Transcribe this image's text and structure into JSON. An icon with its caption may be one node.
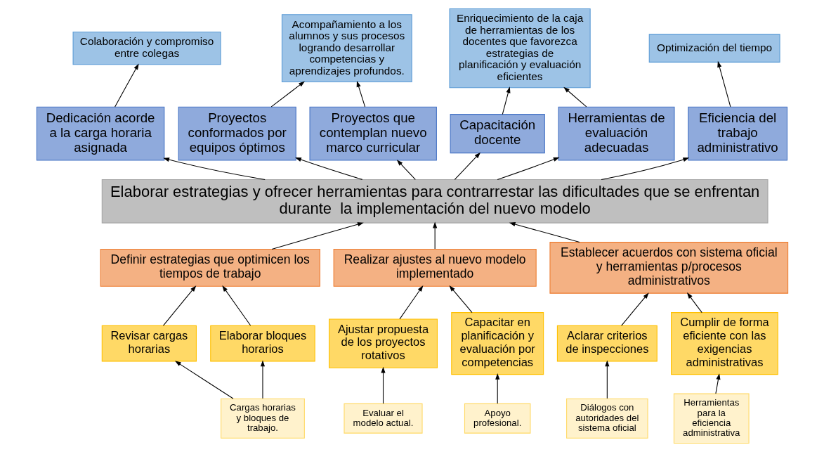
{
  "diagram": {
    "nodes": [
      {
        "text": [
          "Colaboración y compromiso entre colegas"
        ]
      },
      {
        "text": [
          "Acompañamiento a los alumnos y sus procesos logrando desarrollar competencias y aprendizajes profundos."
        ]
      },
      {
        "text": [
          "Enriquecimiento de la caja de herramientas de los docentes que favorezca estrategias de planificación y evaluación eficientes"
        ]
      },
      {
        "text": [
          "Optimización del tiempo"
        ]
      },
      {
        "text": [
          "Dedicación acorde a la carga horaria asignada"
        ]
      },
      {
        "text": [
          "Proyectos conformados por equipos óptimos"
        ]
      },
      {
        "text": [
          "Proyectos que contemplan nuevo marco curricular"
        ]
      },
      {
        "text": [
          "Capacitación docente"
        ]
      },
      {
        "text": [
          "Herramientas de evaluación adecuadas"
        ]
      },
      {
        "text": [
          "Eficiencia del trabajo administrativo"
        ]
      },
      {
        "text": [
          "Elaborar estrategias y ofrecer herramientas para contrarrestar las dificultades que se enfrentan durante  la implementación del nuevo modelo"
        ]
      },
      {
        "text": [
          "Definir estrategias que optimicen los tiempos de trabajo"
        ]
      },
      {
        "text": [
          "Realizar ajustes al nuevo modelo implementado"
        ]
      },
      {
        "text": [
          "Establecer acuerdos con sistema oficial y herramientas p/procesos administrativos"
        ]
      },
      {
        "text": [
          "Revisar cargas horarias"
        ]
      },
      {
        "text": [
          "Elaborar bloques horarios"
        ]
      },
      {
        "text": [
          "Ajustar propuesta de los proyectos rotativos"
        ]
      },
      {
        "text": [
          "Capacitar en planificación y evaluación por competencias"
        ]
      },
      {
        "text": [
          "Aclarar criterios de inspecciones"
        ]
      },
      {
        "text": [
          "Cumplir de forma eficiente con las exigencias administrativas"
        ]
      },
      {
        "text": [
          "Cargas horarias y bloques de trabajo."
        ]
      },
      {
        "text": [
          "Evaluar el modelo actual."
        ]
      },
      {
        "text": [
          "Apoyo profesional."
        ]
      },
      {
        "text": [
          "Diálogos con autoridades del sistema oficial"
        ]
      },
      {
        "text": [
          "Herramientas para la eficiencia administrativa"
        ]
      }
    ],
    "edges": [
      {
        "from": 4,
        "to": 0,
        "arrow": "to"
      },
      {
        "from": 5,
        "to": 1,
        "arrow": "to"
      },
      {
        "from": 6,
        "to": 1,
        "arrow": "to"
      },
      {
        "from": 7,
        "to": 2,
        "arrow": "to"
      },
      {
        "from": 8,
        "to": 2,
        "arrow": "to"
      },
      {
        "from": 9,
        "to": 3,
        "arrow": "to"
      },
      {
        "from": 10,
        "to": 4,
        "arrow": "to"
      },
      {
        "from": 10,
        "to": 5,
        "arrow": "to"
      },
      {
        "from": 10,
        "to": 6,
        "arrow": "to"
      },
      {
        "from": 10,
        "to": 7,
        "arrow": "to"
      },
      {
        "from": 10,
        "to": 8,
        "arrow": "to"
      },
      {
        "from": 10,
        "to": 9,
        "arrow": "to"
      },
      {
        "from": 11,
        "to": 10,
        "arrow": "to"
      },
      {
        "from": 12,
        "to": 10,
        "arrow": "to"
      },
      {
        "from": 13,
        "to": 10,
        "arrow": "to"
      },
      {
        "from": 14,
        "to": 11,
        "arrow": "to"
      },
      {
        "from": 15,
        "to": 11,
        "arrow": "to"
      },
      {
        "from": 16,
        "to": 12,
        "arrow": "to"
      },
      {
        "from": 17,
        "to": 12,
        "arrow": "to"
      },
      {
        "from": 18,
        "to": 13,
        "arrow": "to"
      },
      {
        "from": 19,
        "to": 13,
        "arrow": "to"
      },
      {
        "from": 20,
        "to": 14,
        "arrow": "to"
      },
      {
        "from": 20,
        "to": 15,
        "arrow": "to"
      },
      {
        "from": 21,
        "to": 16,
        "arrow": "to"
      },
      {
        "from": 22,
        "to": 17,
        "arrow": "to"
      },
      {
        "from": 23,
        "to": 18,
        "arrow": "to"
      },
      {
        "from": 24,
        "to": 19,
        "arrow": "to"
      }
    ]
  }
}
